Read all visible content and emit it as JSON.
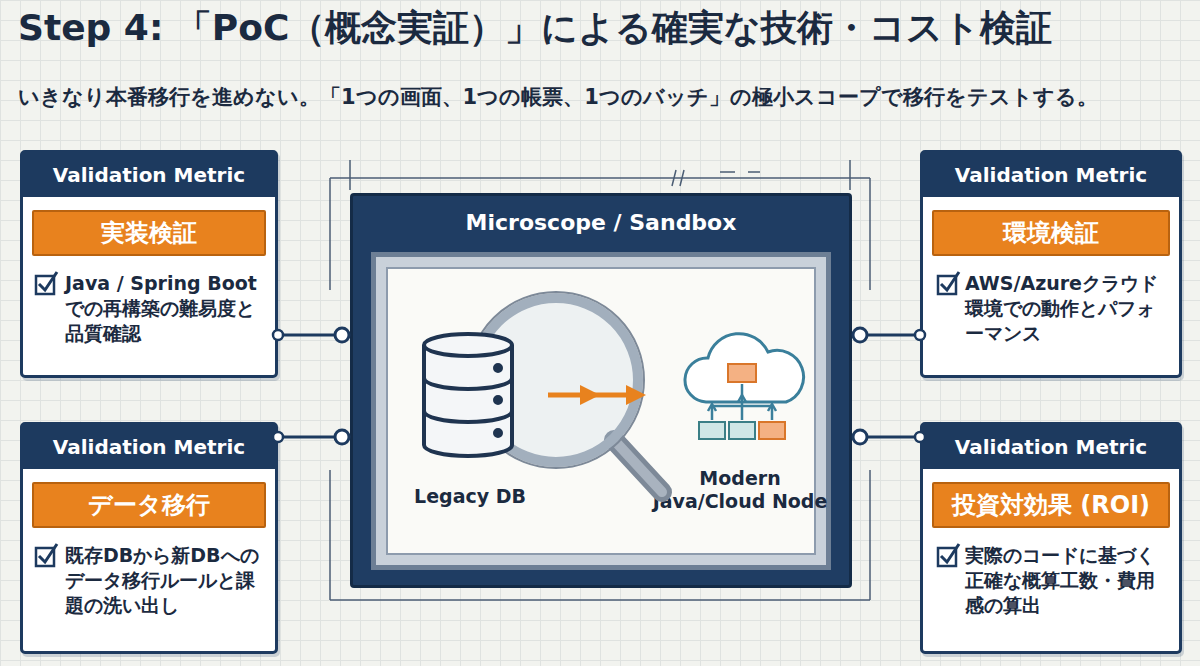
{
  "diagram": {
    "title": "Step 4: 「PoC（概念実証）」による確実な技術・コスト検証",
    "nodes": [
      {
        "text": [
          "Validation Metric",
          "Java / Spring Boot での再構築の難易度と品質確認"
        ]
      },
      {
        "text": [
          "実装検証"
        ],
        "in": 0
      },
      {
        "text": [
          "Microscope / Sandbox"
        ]
      },
      {
        "text": [
          "Legacy DB"
        ],
        "in": 2
      },
      {
        "text": [
          "Modern Java/Cloud Node"
        ],
        "in": 2
      },
      {
        "text": [
          "Validation Metric",
          "AWS/Azureクラウド環境での動作とパフォーマンス"
        ]
      },
      {
        "text": [
          "環境検証"
        ],
        "in": 5
      },
      {
        "text": [
          "Validation Metric",
          "既存DBから新DBへのデータ移行ルールと課題の洗い出し"
        ]
      },
      {
        "text": [
          "データ移行"
        ],
        "in": 7
      },
      {
        "text": [
          "Validation Metric",
          "実際のコードに基づく正確な概算工数・費用感の算出"
        ]
      },
      {
        "text": [
          "投資対効果 (ROI)"
        ],
        "in": 9
      }
    ],
    "edges": [
      {
        "from": 3,
        "to": 4,
        "arrow": "to"
      },
      {
        "from": 0,
        "to": 2,
        "arrow": "none"
      },
      {
        "from": 5,
        "to": 2,
        "arrow": "none"
      },
      {
        "from": 7,
        "to": 2,
        "arrow": "none"
      },
      {
        "from": 9,
        "to": 2,
        "arrow": "none"
      }
    ],
    "labels": [
      "いきなり本番移行を進めない。「1つの画面、1つの帳票、1つのバッチ」の極小スコープで移行をテストする。"
    ]
  }
}
